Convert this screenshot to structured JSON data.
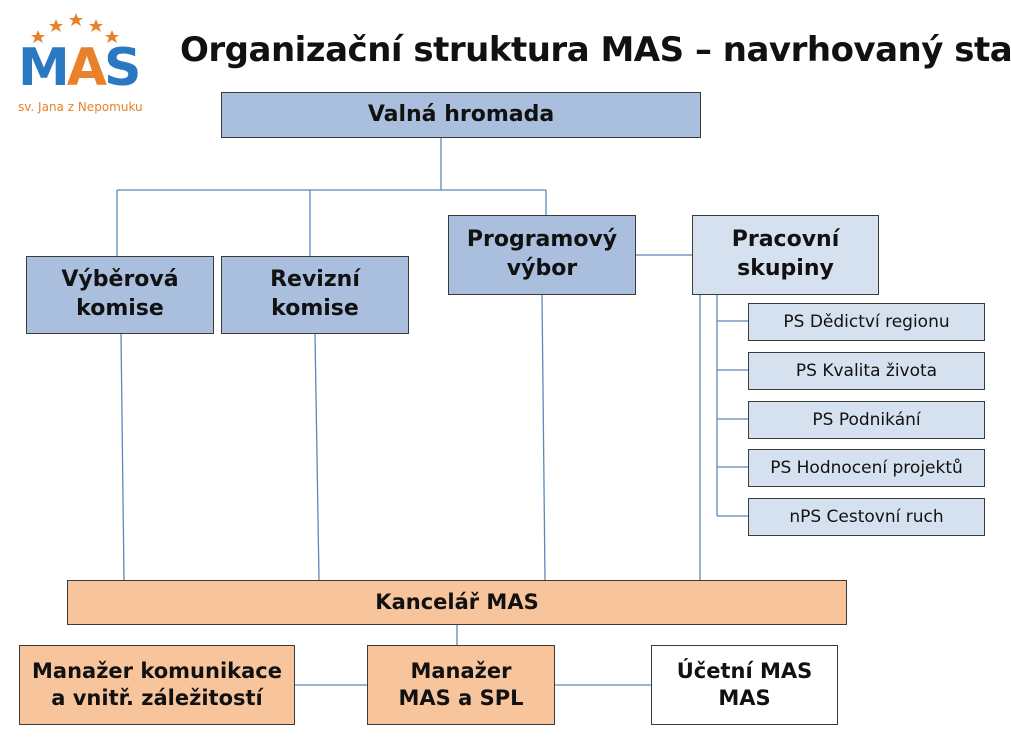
{
  "title": "Organizační struktura MAS – navrhovaný stav",
  "logo": {
    "brand_m": "M",
    "brand_a": "A",
    "brand_s": "S",
    "tagline": "sv. Jana z Nepomuku"
  },
  "nodes": {
    "valna": "Valná hromada",
    "vyberova": "Výběrová\nkomise",
    "revizni": "Revizní\nkomise",
    "programovy": "Programový\nvýbor",
    "pracovni": "Pracovní\nskupiny",
    "ps_items": [
      "PS Dědictví regionu",
      "PS Kvalita života",
      "PS Podnikání",
      "PS Hodnocení projektů",
      "nPS Cestovní ruch"
    ],
    "kancelar": "Kancelář MAS",
    "manazer_kom": "Manažer komunikace\na vnitř. záležitostí",
    "manazer_mas": "Manažer\nMAS a SPL",
    "ucetni": "Účetní MAS\nMAS"
  },
  "colors": {
    "blue": "#a9bfdd",
    "lightblue": "#d6e1f0",
    "peach": "#f8c49c",
    "line": "#5b88b8",
    "logo_blue": "#2b78c2",
    "logo_orange": "#e8812a"
  }
}
